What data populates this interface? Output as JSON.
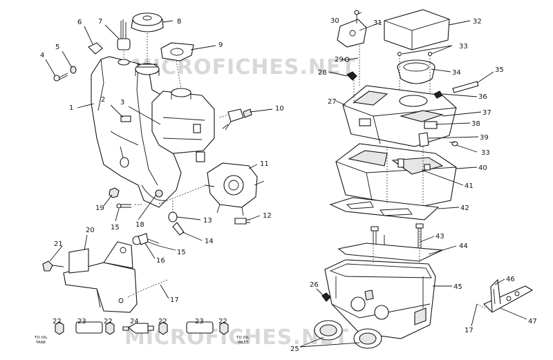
{
  "watermark": {
    "top": "MICROFICHES.NET",
    "bottom": "MICROFICHES.NET"
  },
  "callouts": [
    "1",
    "2",
    "3",
    "4",
    "5",
    "6",
    "7",
    "8",
    "9",
    "10",
    "11",
    "12",
    "13",
    "14",
    "15",
    "15",
    "16",
    "17",
    "17",
    "18",
    "19",
    "20",
    "21",
    "22",
    "22",
    "22",
    "22",
    "23",
    "23",
    "24",
    "25",
    "26",
    "27",
    "28",
    "29",
    "30",
    "31",
    "32",
    "33",
    "33",
    "34",
    "35",
    "36",
    "37",
    "38",
    "39",
    "40",
    "41",
    "42",
    "43",
    "44",
    "45",
    "46",
    "47"
  ],
  "labels": {
    "to_oil_tank_1": "TO OIL",
    "to_oil_tank_2": "TANK",
    "to_oil_inlet_1": "TO OIL",
    "to_oil_inlet_2": "INLET"
  }
}
